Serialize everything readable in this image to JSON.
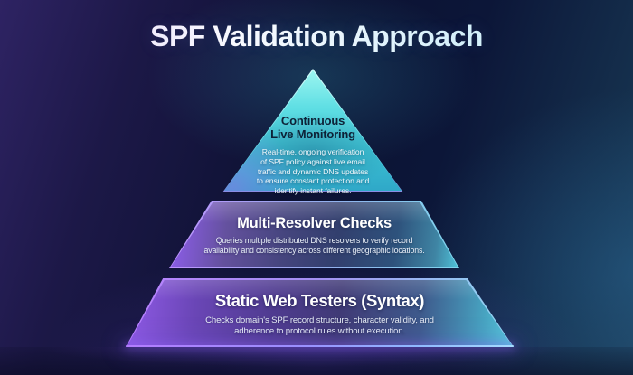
{
  "title": "SPF Validation Approach",
  "colors": {
    "background_top_left": "#2e2363",
    "background_top_right": "#0a102e",
    "background_bottom_right": "#1d3f5c",
    "title_gradient": [
      "#e9d6f8",
      "#ffffff",
      "#bfe9f5"
    ],
    "tier1_gradient": [
      "#9cf5f0",
      "#3cc2d3",
      "#2fa8c8"
    ],
    "tier1_heading_text": "#0d2136",
    "tier2_gradient": [
      "#8f5eee",
      "#323f6e",
      "#4fc2d8"
    ],
    "tier3_gradient": [
      "#8f5ae6",
      "#403a76",
      "#55c8da"
    ],
    "body_text": "#eef4fb",
    "base_glow_line": [
      "#b37cff",
      "#a5dcff"
    ]
  },
  "tiers": [
    {
      "heading_lines": [
        "Continuous",
        "Live Monitoring"
      ],
      "description_lines": [
        "Real-time, ongoing verification",
        "of SPF policy against live email",
        "traffic and dynamic DNS updates",
        "to ensure constant protection and",
        "identify instant failures."
      ]
    },
    {
      "heading_lines": [
        "Multi-Resolver Checks"
      ],
      "description_lines": [
        "Queries multiple distributed DNS resolvers to verify record",
        "availability and consistency across different geographic locations."
      ]
    },
    {
      "heading_lines": [
        "Static Web Testers (Syntax)"
      ],
      "description_lines": [
        "Checks domain's SPF record structure, character validity, and",
        "adherence to protocol rules without execution."
      ]
    }
  ]
}
